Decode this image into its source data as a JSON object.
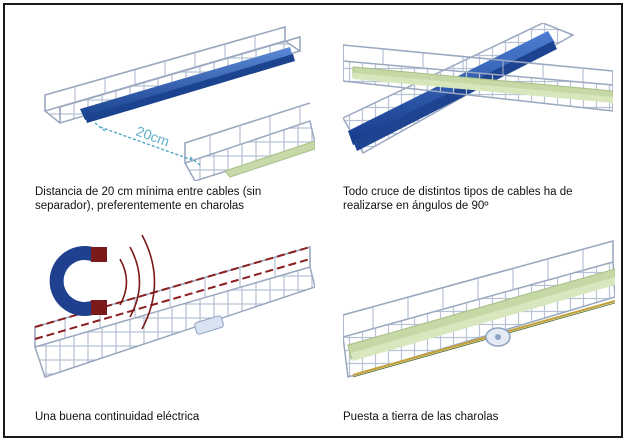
{
  "panels": [
    {
      "caption": "Distancia de 20 cm mínima entre cables (sin separador), preferentemente en charolas",
      "dimension_label": "20cm"
    },
    {
      "caption": "Todo cruce de distintos tipos de cables ha de realizarse en ángulos de 90º"
    },
    {
      "caption": "Una buena continuidad eléctrica"
    },
    {
      "caption": "Puesta a tierra de las charolas"
    }
  ],
  "colors": {
    "wire": "#a9b6cc",
    "blue_cable": "#1f4fa8",
    "green_cable": "#b9cf9a",
    "magnet": "#1f3f8f",
    "magnet_tip": "#7a1a1a",
    "wave": "#7a1a1a",
    "dimension": "#4fa7c4",
    "ground_cable": "#c4a23a"
  }
}
